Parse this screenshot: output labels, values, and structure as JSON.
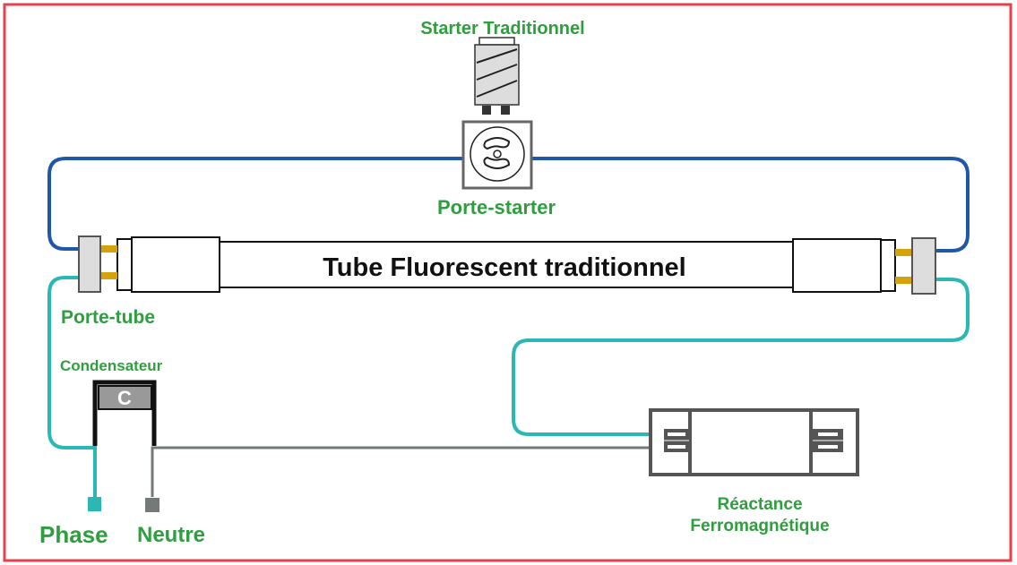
{
  "labels": {
    "starter": "Starter Traditionnel",
    "starter_holder": "Porte-starter",
    "tube": "Tube Fluorescent traditionnel",
    "tube_holder": "Porte-tube",
    "capacitor": "Condensateur",
    "capacitor_symbol": "C",
    "phase": "Phase",
    "neutral": "Neutre",
    "ballast_line1": "Réactance",
    "ballast_line2": "Ferromagnétique"
  },
  "colors": {
    "border": "#e8404a",
    "label": "#2e9e3e",
    "wire_starter": "#1f58a8",
    "wire_phase": "#2bb7b3",
    "wire_neutral": "#737a78",
    "pins": "#d4a20a"
  }
}
